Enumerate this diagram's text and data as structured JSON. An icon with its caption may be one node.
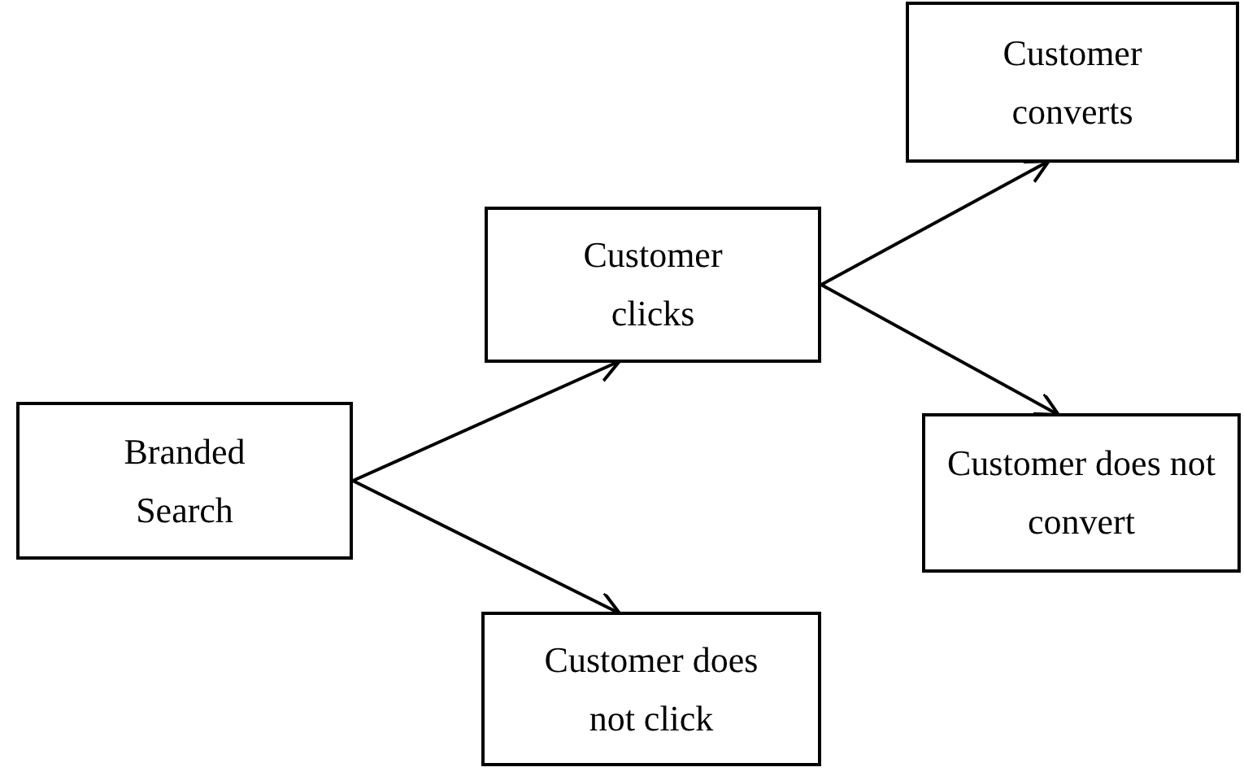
{
  "diagram": {
    "nodes": [
      {
        "text": [
          "Branded Search"
        ]
      },
      {
        "text": [
          "Customer clicks"
        ]
      },
      {
        "text": [
          "Customer does not click"
        ]
      },
      {
        "text": [
          "Customer converts"
        ]
      },
      {
        "text": [
          "Customer does not convert"
        ]
      }
    ],
    "edges": [
      {
        "from": 0,
        "to": 1,
        "arrow": "to"
      },
      {
        "from": 0,
        "to": 2,
        "arrow": "to"
      },
      {
        "from": 1,
        "to": 3,
        "arrow": "to"
      },
      {
        "from": 1,
        "to": 4,
        "arrow": "to"
      }
    ]
  }
}
